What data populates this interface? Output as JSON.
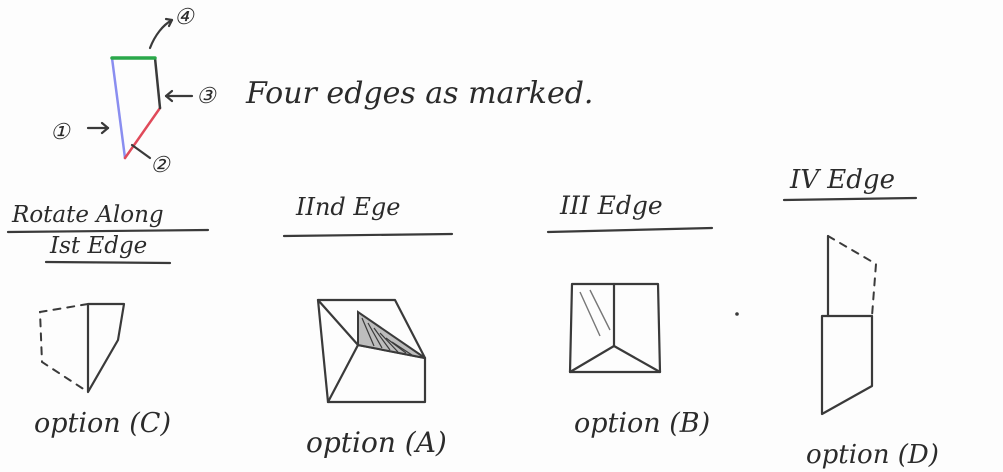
{
  "top_note": {
    "marker_1": "①",
    "marker_2": "②",
    "marker_3": "③",
    "marker_4": "④",
    "description": "Four edges as marked."
  },
  "columns": [
    {
      "heading_line1": "Rotate Along",
      "heading_line2": "Ist Edge",
      "option": "option (C)"
    },
    {
      "heading_line1": "IInd Ege",
      "option": "option (A)"
    },
    {
      "heading_line1": "III Edge",
      "option": "option (B)"
    },
    {
      "heading_line1": "IV Edge",
      "option": "option (D)"
    }
  ],
  "colors": {
    "edge_1": "#8a8ef0",
    "edge_2": "#e04a5a",
    "edge_3": "#3a3a3a",
    "edge_4": "#2aa84a",
    "ink": "#2b2b2b"
  }
}
